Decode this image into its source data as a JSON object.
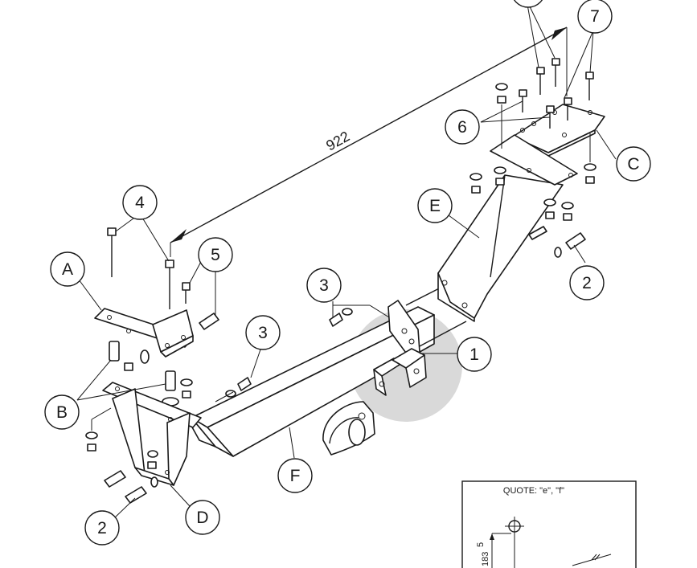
{
  "dimension": {
    "length_label": "922"
  },
  "callouts": {
    "c1": "1",
    "c2a": "2",
    "c2b": "2",
    "c3a": "3",
    "c3b": "3",
    "c4": "4",
    "c5": "5",
    "c6": "6",
    "c7": "7",
    "cA": "A",
    "cB": "B",
    "cC": "C",
    "cD": "D",
    "cE": "E",
    "cF": "F"
  },
  "inset": {
    "title": "QUOTE: \"e\", \"f\"",
    "height_label": "183",
    "height_superscript": "5"
  },
  "colors": {
    "line": "#1a1a1a",
    "highlight": "#d9d9d9",
    "background": "#ffffff"
  }
}
